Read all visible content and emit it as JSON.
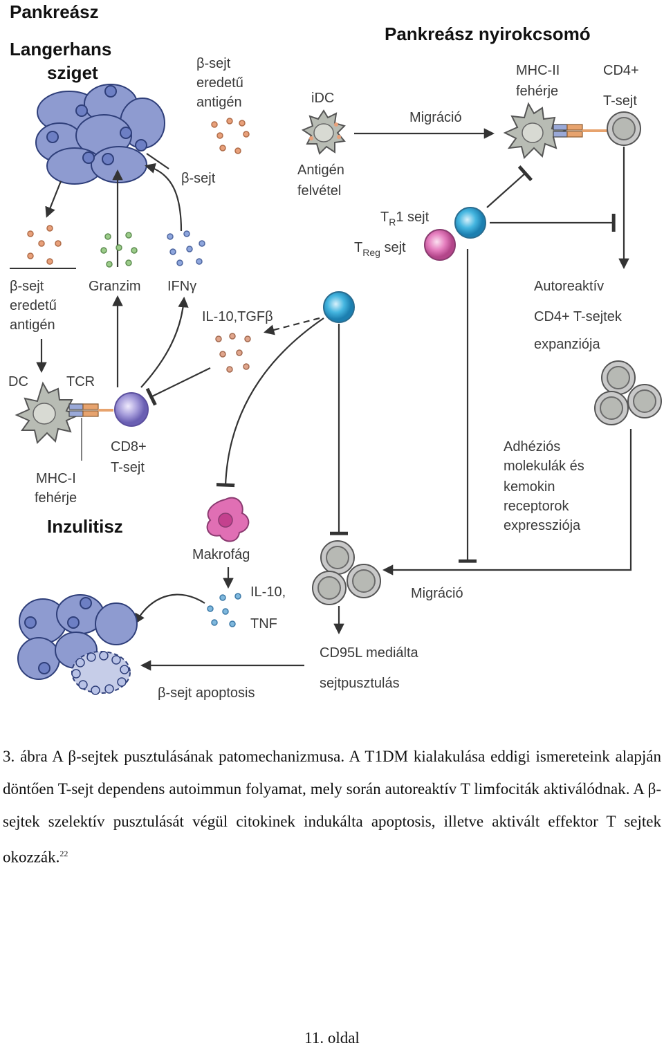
{
  "labels": {
    "pancreas": "Pankreász",
    "langerhans1": "Langerhans",
    "langerhans2": "sziget",
    "lymph_node": "Pankreász nyirokcsomó",
    "b_antigen1": "β-sejt",
    "b_antigen2": "eredetű",
    "b_antigen3": "antigén",
    "b_cell": "β-sejt",
    "idc": "iDC",
    "uptake1": "Antigén",
    "uptake2": "felvétel",
    "migration_top": "Migráció",
    "mhc2_1": "MHC-II",
    "mhc2_2": "fehérje",
    "cd4_1": "CD4+",
    "cd4_2": "T-sejt",
    "tr1_T": "T",
    "tr1_R": "R",
    "tr1_rest": "1 sejt",
    "treg_T": "T",
    "treg_sub": "Reg",
    "treg_rest": " sejt",
    "b_antigen_l1": "β-sejt",
    "b_antigen_l2": "eredetű",
    "b_antigen_l3": "antigén",
    "granzim": "Granzim",
    "ifng": "IFNγ",
    "il10tgfb": "IL-10,TGFβ",
    "autoreactive1": "Autoreaktív",
    "autoreactive2": "CD4+ T-sejtek",
    "autoreactive3": "expanziója",
    "dc": "DC",
    "tcr": "TCR",
    "cd8_1": "CD8+",
    "cd8_2": "T-sejt",
    "mhc1_1": "MHC-I",
    "mhc1_2": "fehérje",
    "insulitis": "Inzulitisz",
    "adhesion1": "Adhéziós",
    "adhesion2": "molekulák és",
    "adhesion3": "kemokin",
    "adhesion4": "receptorok",
    "adhesion5": "expressziója",
    "macrophage": "Makrofág",
    "il10tnf1": "IL-10,",
    "il10tnf2": "TNF",
    "migration_bottom": "Migráció",
    "cd95l1": "CD95L mediálta",
    "cd95l2": "sejtpusztulás",
    "apoptosis": "β-sejt apoptosis"
  },
  "caption": {
    "part1": "3. ábra A β-sejtek pusztulásának patomechanizmusa. A T1DM kialakulása eddigi ismereteink alapján döntően T-sejt dependens autoimmun folyamat, mely során autoreaktív T limfociták aktiválódnak. A β-sejtek szelektív pusztulását végül citokinek indukálta apoptosis, illetve aktivált effektor T sejtek okozzák.",
    "ref": "22"
  },
  "page_number": "11. oldal",
  "colors": {
    "islet": "#8e9bd0",
    "antigen_dot": "#e8a07a",
    "granzyme_dot": "#9ccc8a",
    "ifng_dot": "#8ea6dd",
    "cytokine_dot": "#e0a58c",
    "tnf_dot": "#7fb8dd",
    "treg": "#e57fbf",
    "tr1": "#45b6e0",
    "cd8": "#a89fdc",
    "macrophage": "#e06fb4",
    "dc_grey": "#b8bcb4"
  }
}
